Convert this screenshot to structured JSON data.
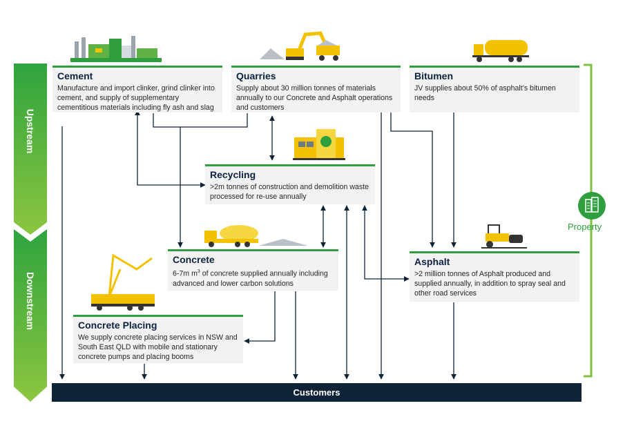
{
  "side_labels": {
    "upstream": "Upstream",
    "downstream": "Downstream"
  },
  "boxes": {
    "cement": {
      "title": "Cement",
      "desc": "Manufacture and import clinker, grind clinker into cement, and supply of supplementary cementitious materials including fly ash and slag"
    },
    "quarries": {
      "title": "Quarries",
      "desc": "Supply about 30 million tonnes of materials annually to our Concrete and Asphalt operations and customers"
    },
    "bitumen": {
      "title": "Bitumen",
      "desc": "JV supplies about 50% of asphalt’s bitumen needs"
    },
    "recycling": {
      "title": "Recycling",
      "desc": ">2m tonnes of construction and demolition waste processed for re-use annually"
    },
    "concrete": {
      "title": "Concrete",
      "desc_pre": "6-7m m",
      "desc_sup": "3",
      "desc_post": " of concrete supplied annually including advanced and lower carbon solutions"
    },
    "asphalt": {
      "title": "Asphalt",
      "desc": ">2 million tonnes of Asphalt produced and supplied annually, in addition to spray seal and other road services"
    },
    "placing": {
      "title": "Concrete Placing",
      "desc": "We supply concrete placing services in NSW and South East QLD with mobile and stationary concrete pumps and placing booms"
    }
  },
  "customers": "Customers",
  "property": "Property",
  "colors": {
    "green": "#2e9e3e",
    "navy": "#0f2336",
    "box": "#f2f2f2",
    "title": "#0d2240"
  },
  "icons": [
    "cement-plant-icon",
    "quarry-excavator-icon",
    "tanker-truck-icon",
    "recycling-plant-icon",
    "concrete-mixer-truck-icon",
    "concrete-pump-truck-icon",
    "asphalt-roller-icon",
    "building-icon"
  ]
}
